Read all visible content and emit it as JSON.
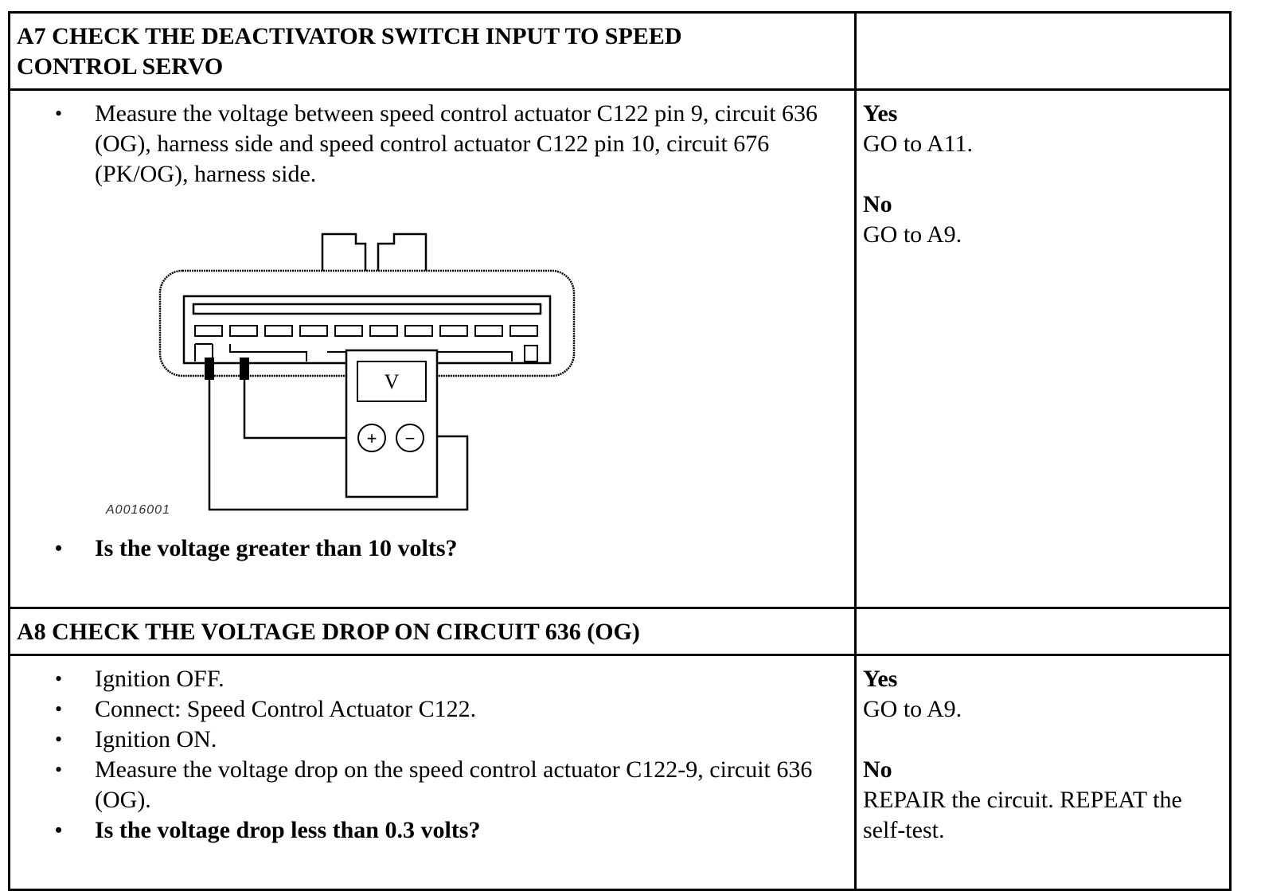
{
  "steps": [
    {
      "title_line1": "A7 CHECK THE DEACTIVATOR SWITCH INPUT TO SPEED",
      "title_line2": "CONTROL SERVO",
      "instructions_before_figure": [
        "Measure the voltage between speed control actuator C122 pin 9, circuit 636 (OG), harness side and speed control actuator C122 pin 10, circuit 676 (PK/OG), harness side."
      ],
      "figure": {
        "meter_label": "V",
        "plus_label": "+",
        "minus_label": "−",
        "caption": "A0016001"
      },
      "question": "Is the voltage greater than 10 volts?",
      "yes_label": "Yes",
      "yes_action": "GO to A11.",
      "no_label": "No",
      "no_action": "GO to A9."
    },
    {
      "title": "A8 CHECK THE VOLTAGE DROP ON CIRCUIT 636 (OG)",
      "instructions": [
        "Ignition OFF.",
        "Connect: Speed Control Actuator C122.",
        "Ignition ON.",
        "Measure the voltage drop on the speed control actuator C122-9, circuit 636 (OG)."
      ],
      "question": "Is the voltage drop less than 0.3 volts?",
      "yes_label": "Yes",
      "yes_action": "GO to A9.",
      "no_label": "No",
      "no_action": "REPAIR the circuit. REPEAT the self-test."
    }
  ]
}
